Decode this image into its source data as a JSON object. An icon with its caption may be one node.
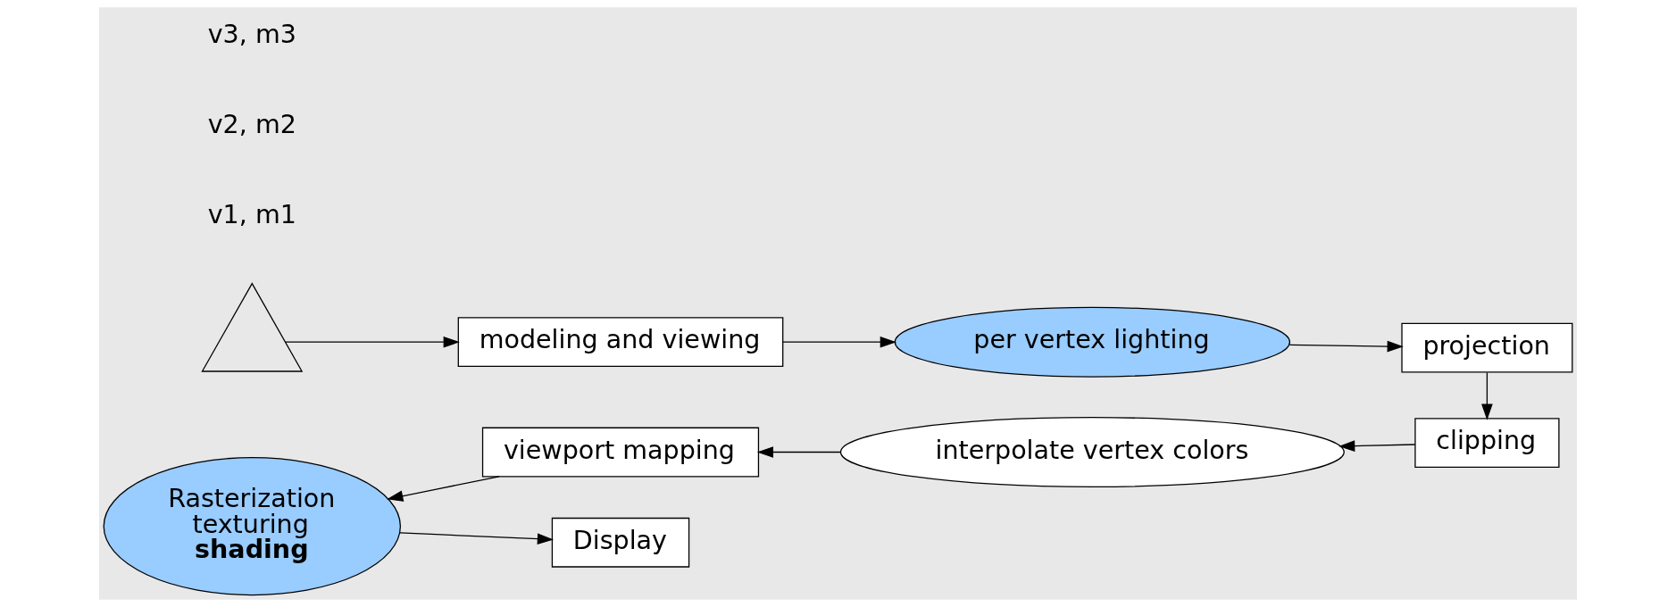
{
  "diagram": {
    "nodes": [
      {
        "text": [],
        "shape": "triangle"
      },
      {
        "text": [
          "modeling and viewing"
        ]
      },
      {
        "text": [
          "per vertex lighting"
        ]
      },
      {
        "text": [
          "projection"
        ]
      },
      {
        "text": [
          "clipping"
        ]
      },
      {
        "text": [
          "interpolate vertex colors"
        ]
      },
      {
        "text": [
          "viewport mapping"
        ]
      },
      {
        "text": [
          "Rasterization",
          "texturing",
          "**shading**"
        ]
      },
      {
        "text": [
          "Display"
        ]
      }
    ],
    "edges": [
      {
        "from": 0,
        "to": 1,
        "arrow": "to"
      },
      {
        "from": 1,
        "to": 2,
        "arrow": "to"
      },
      {
        "from": 2,
        "to": 3,
        "arrow": "to"
      },
      {
        "from": 3,
        "to": 4,
        "arrow": "to"
      },
      {
        "from": 4,
        "to": 5,
        "arrow": "to"
      },
      {
        "from": 5,
        "to": 6,
        "arrow": "to"
      },
      {
        "from": 6,
        "to": 7,
        "arrow": "to"
      },
      {
        "from": 7,
        "to": 8,
        "arrow": "to"
      }
    ],
    "labels": [
      "v1, m1",
      "v2, m2",
      "v3, m3"
    ]
  }
}
